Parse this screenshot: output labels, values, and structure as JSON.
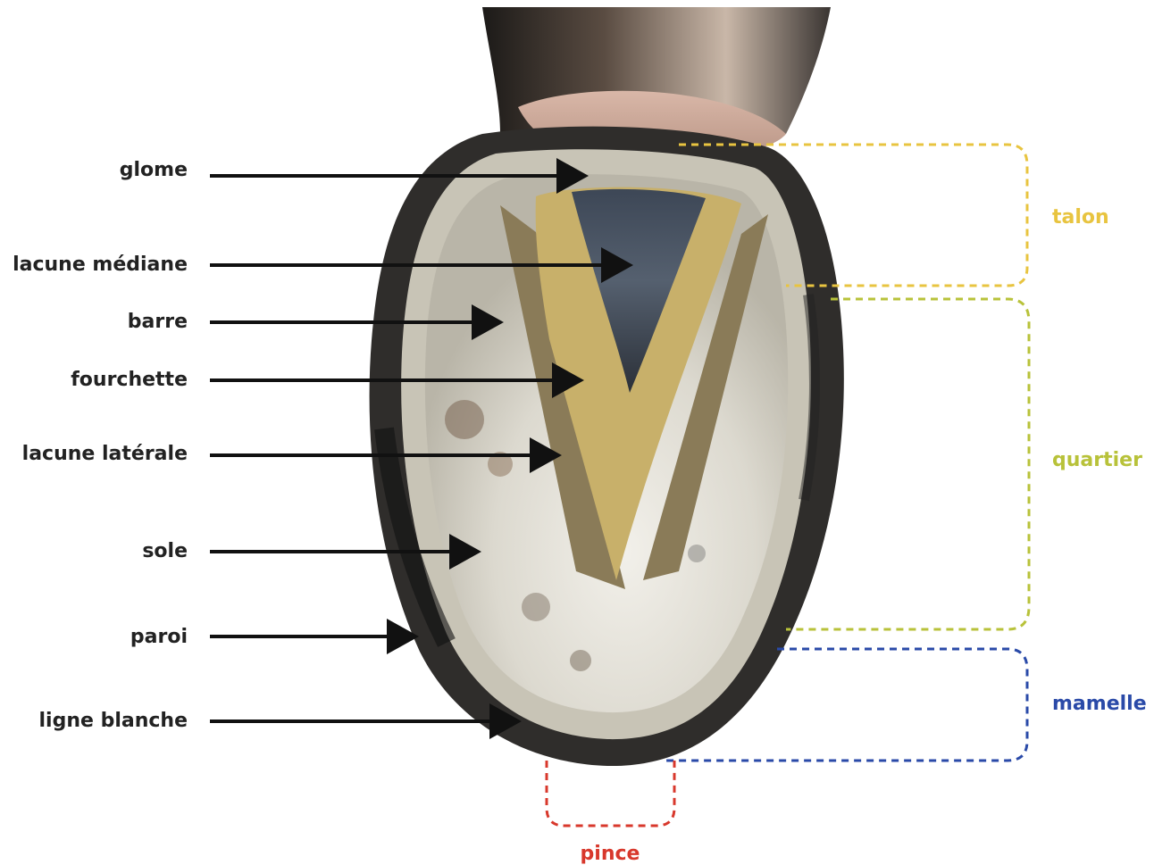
{
  "labels": {
    "glome": "glome",
    "lacune_mediane": "lacune médiane",
    "barre": "barre",
    "fourchette": "fourchette",
    "lacune_laterale": "lacune latérale",
    "sole": "sole",
    "paroi": "paroi",
    "ligne_blanche": "ligne blanche"
  },
  "zones": {
    "talon": {
      "label": "talon",
      "color": "#e8c440"
    },
    "quartier": {
      "label": "quartier",
      "color": "#b8c23a"
    },
    "mamelle": {
      "label": "mamelle",
      "color": "#2a4aa8"
    },
    "pince": {
      "label": "pince",
      "color": "#d8382c"
    }
  }
}
